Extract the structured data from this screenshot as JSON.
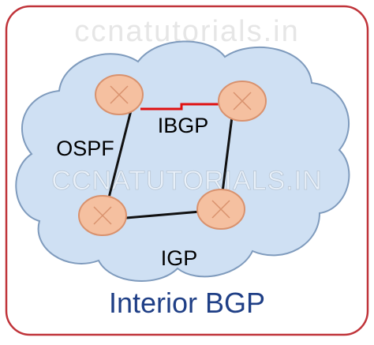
{
  "watermark_top": "ccnatutorials.in",
  "watermark_center": "CCNATUTORIALS.IN",
  "labels": {
    "ibgp": "IBGP",
    "ospf": "OSPF",
    "igp": "IGP"
  },
  "caption": "Interior BGP",
  "colors": {
    "frame": "#c0343a",
    "cloud_fill": "#cfe0f3",
    "cloud_stroke": "#7f9bbd",
    "router_fill": "#f5c0a0",
    "router_stroke": "#d9926e",
    "ibgp_link": "#e01010",
    "link": "#111111",
    "caption": "#1f3f86",
    "watermark": "#e6e6e6"
  }
}
